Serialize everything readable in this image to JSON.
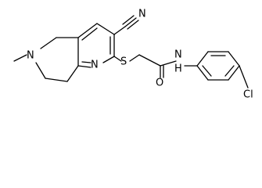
{
  "molecule": {
    "atoms": {
      "nitrile_n": "N",
      "methyl_n": "N",
      "pyridine_n": "N",
      "sulfur": "S",
      "oxygen": "O",
      "amide_n": "N",
      "amide_h": "H",
      "chlorine": "Cl"
    }
  }
}
